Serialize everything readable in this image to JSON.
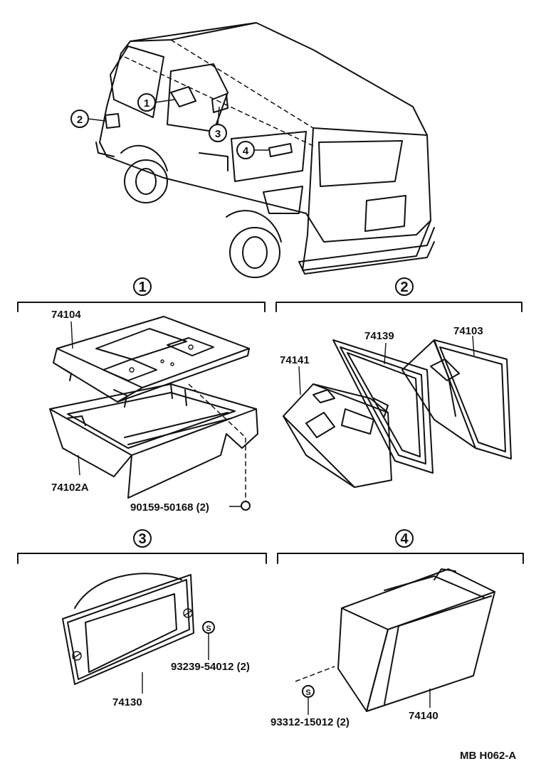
{
  "vehicle": {
    "callouts": [
      "1",
      "2",
      "3",
      "4"
    ]
  },
  "sections": [
    {
      "num": "1",
      "parts": [
        "74104",
        "74102A",
        "90159-50168 (2)"
      ]
    },
    {
      "num": "2",
      "parts": [
        "74139",
        "74103",
        "74141"
      ]
    },
    {
      "num": "3",
      "parts": [
        "74130",
        "93239-54012 (2)"
      ],
      "screw_mark": "S"
    },
    {
      "num": "4",
      "parts": [
        "74140",
        "93312-15012 (2)"
      ],
      "screw_mark": "S"
    }
  ],
  "diagram_code": "MB H062-A"
}
